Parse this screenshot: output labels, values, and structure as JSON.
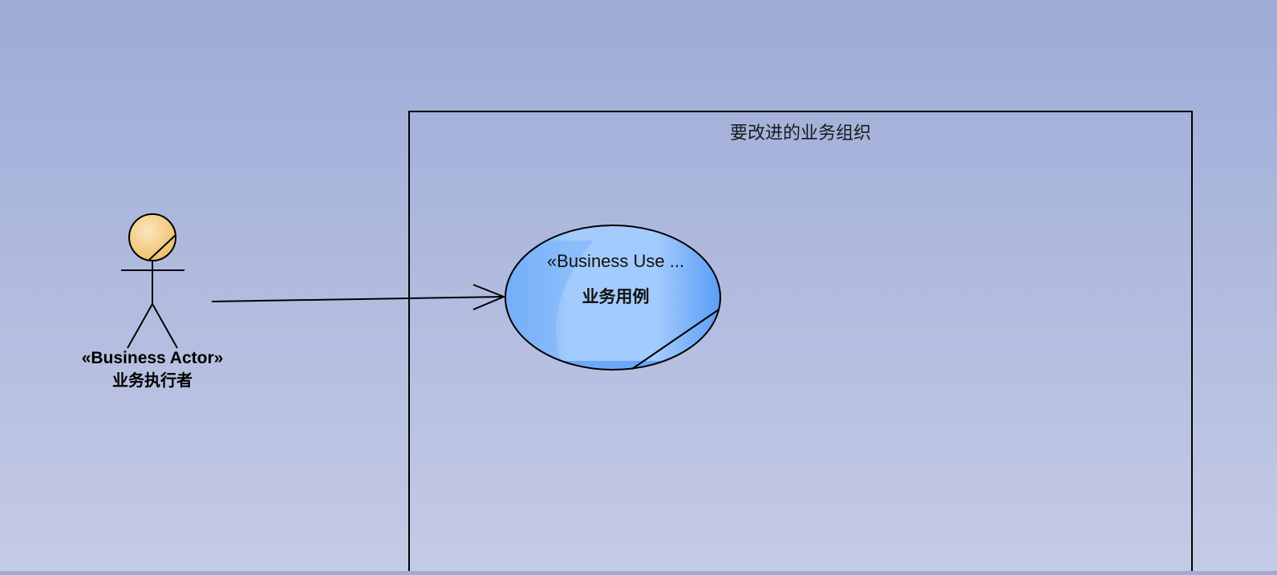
{
  "boundary": {
    "title": "要改进的业务组织"
  },
  "actor": {
    "stereotype": "«Business Actor»",
    "name": "业务执行者",
    "icon": "business-actor-icon",
    "head_color": "#f5cf86"
  },
  "use_case": {
    "stereotype": "«Business Use ...",
    "name": "业务用例",
    "icon": "business-use-case-icon",
    "fill_color": "#8bbcfc"
  },
  "association": {
    "from": "actor",
    "to": "use_case",
    "arrow": "open"
  },
  "colors": {
    "background_top": "#9dabd6",
    "background_bottom": "#c4cbe6",
    "stroke": "#000000"
  }
}
